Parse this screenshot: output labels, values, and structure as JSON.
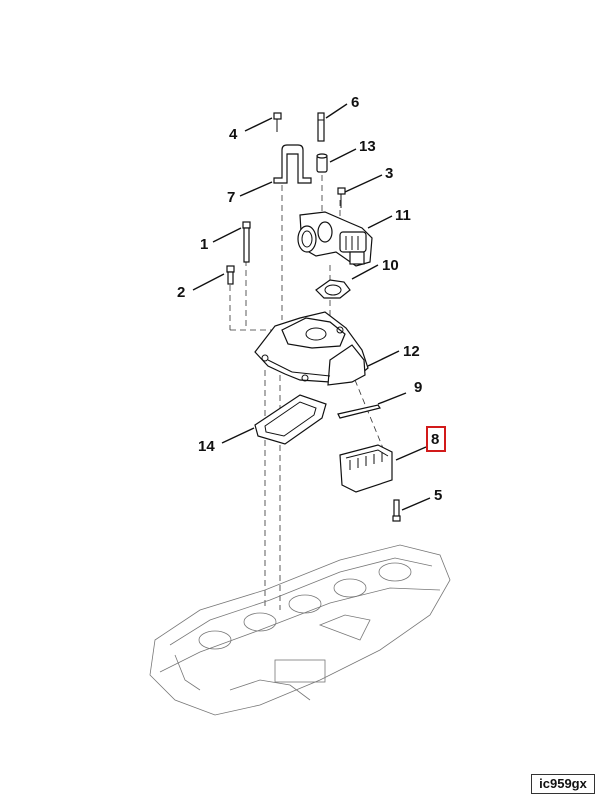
{
  "callouts": {
    "c1": "1",
    "c2": "2",
    "c3": "3",
    "c4": "4",
    "c5": "5",
    "c6": "6",
    "c7": "7",
    "c8": "8",
    "c9": "9",
    "c10": "10",
    "c11": "11",
    "c12": "12",
    "c13": "13",
    "c14": "14"
  },
  "highlighted_callout": "8",
  "highlight_color": "#d21a1a",
  "image_id": "ic959gx"
}
